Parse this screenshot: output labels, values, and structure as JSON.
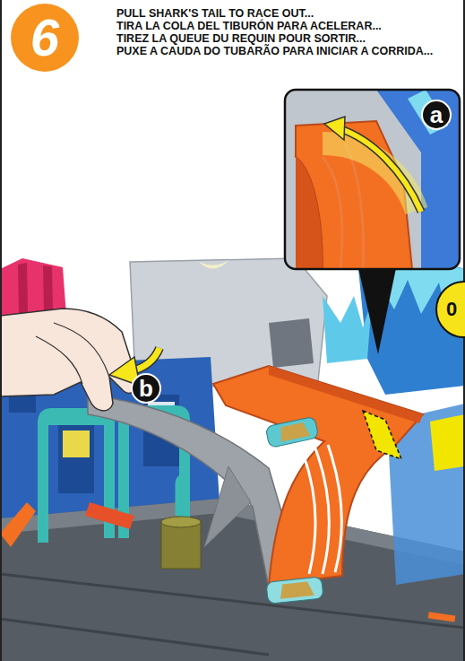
{
  "diagram": {
    "nodes": [
      {
        "text": [
          "6"
        ]
      },
      {
        "text": [
          "a"
        ]
      },
      {
        "text": [
          "b"
        ]
      },
      {
        "text": [
          "0"
        ]
      }
    ],
    "labels": [
      "PULL SHARK'S TAIL TO RACE OUT...",
      "TIRA LA COLA DEL TIBURÓN PARA ACELERAR...",
      "TIREZ LA QUEUE DU REQUIN POUR SORTIR...",
      "PUXE A CAUDA DO TUBARÃO PARA INICIAR A CORRIDA..."
    ]
  }
}
